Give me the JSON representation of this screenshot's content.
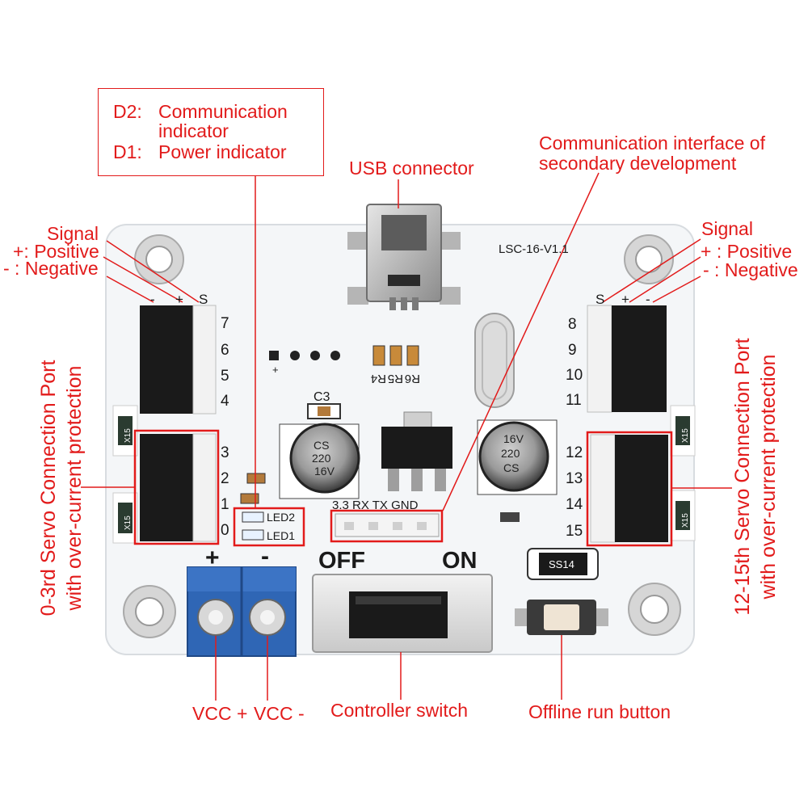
{
  "info_box": {
    "d2_key": "D2:",
    "d2_text_1": "Communication",
    "d2_text_2": "indicator",
    "d1_key": "D1:",
    "d1_text": "Power indicator"
  },
  "callouts": {
    "usb": "USB connector",
    "comm_1": "Communication interface of",
    "comm_2": "secondary development",
    "signal_left": "Signal",
    "positive_left": "+: Positive",
    "negative_left": "- : Negative",
    "signal_right": "Signal",
    "positive_right": "+ : Positive",
    "negative_right": "- : Negative",
    "vcc_plus": "VCC +",
    "vcc_minus": "VCC -",
    "controller_switch": "Controller switch",
    "offline_button": "Offline run button",
    "left_port_1": "0-3rd  Servo Connection Port",
    "left_port_2": "with over-current protection",
    "right_port_1": "12-15th  Servo Connection Port",
    "right_port_2": "with over-current protection"
  },
  "board": {
    "model": "LSC-16-V1.1",
    "left_header_marks": [
      "-",
      "+",
      "S"
    ],
    "right_header_marks": [
      "S",
      "+",
      "-"
    ],
    "left_upper_channels": [
      "7",
      "6",
      "5",
      "4"
    ],
    "left_lower_channels": [
      "3",
      "2",
      "1",
      "0"
    ],
    "right_upper_channels": [
      "8",
      "9",
      "10",
      "11"
    ],
    "right_lower_channels": [
      "12",
      "13",
      "14",
      "15"
    ],
    "c3": "C3",
    "resistors": [
      "R4",
      "R5",
      "R6"
    ],
    "cap_left": [
      "CS",
      "220",
      "16V"
    ],
    "cap_right": [
      "16V",
      "220",
      "CS"
    ],
    "uart_pins": "3.3 RX TX GND",
    "led2": "LED2",
    "led1": "LED1",
    "terminal_plus": "+",
    "terminal_minus": "-",
    "switch_off": "OFF",
    "switch_on": "ON",
    "diode": "SS14",
    "fuse": "X15",
    "pad_plus": "+"
  },
  "colors": {
    "accent": "#e21b1b",
    "board": "#f4f6f8",
    "terminal": "#2f66b5",
    "header": "#1a1a1a"
  }
}
